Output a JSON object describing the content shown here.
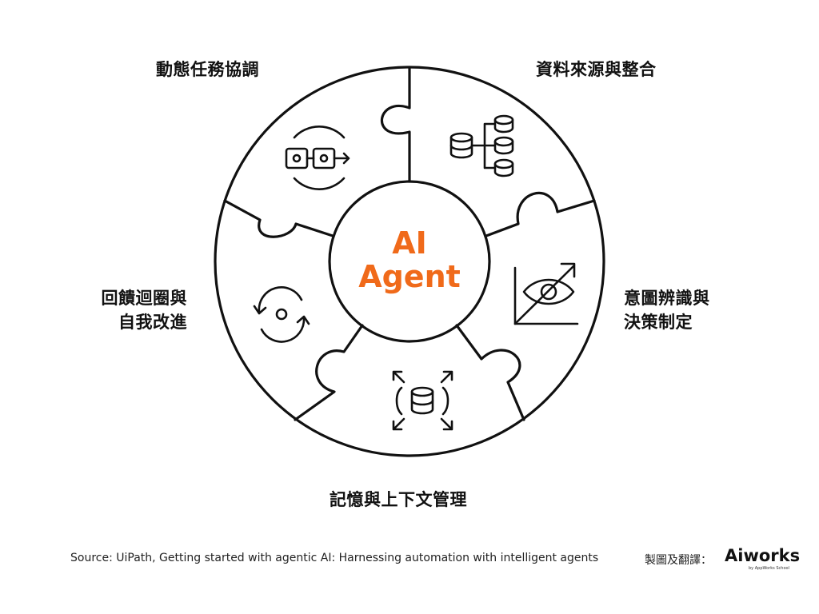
{
  "diagram": {
    "center": {
      "line1": "AI",
      "line2": "Agent",
      "color": "#f06a1a"
    },
    "segments": [
      {
        "label_lines": [
          "動態任務協調"
        ],
        "icon": "task-coordination-icon"
      },
      {
        "label_lines": [
          "資料來源與整合"
        ],
        "icon": "database-integration-icon"
      },
      {
        "label_lines": [
          "意圖辨識與",
          "決策制定"
        ],
        "icon": "eye-chart-icon"
      },
      {
        "label_lines": [
          "記憶與上下文管理"
        ],
        "icon": "database-expand-icon"
      },
      {
        "label_lines": [
          "回饋迴圈與",
          "自我改進"
        ],
        "icon": "feedback-loop-icon"
      }
    ]
  },
  "footer": {
    "source": "Source: UiPath, Getting started with agentic AI: Harnessing automation with intelligent agents",
    "credit_label": "製圖及翻譯：",
    "brand": "Aiworks",
    "brand_sub": "by AppWorks School"
  }
}
